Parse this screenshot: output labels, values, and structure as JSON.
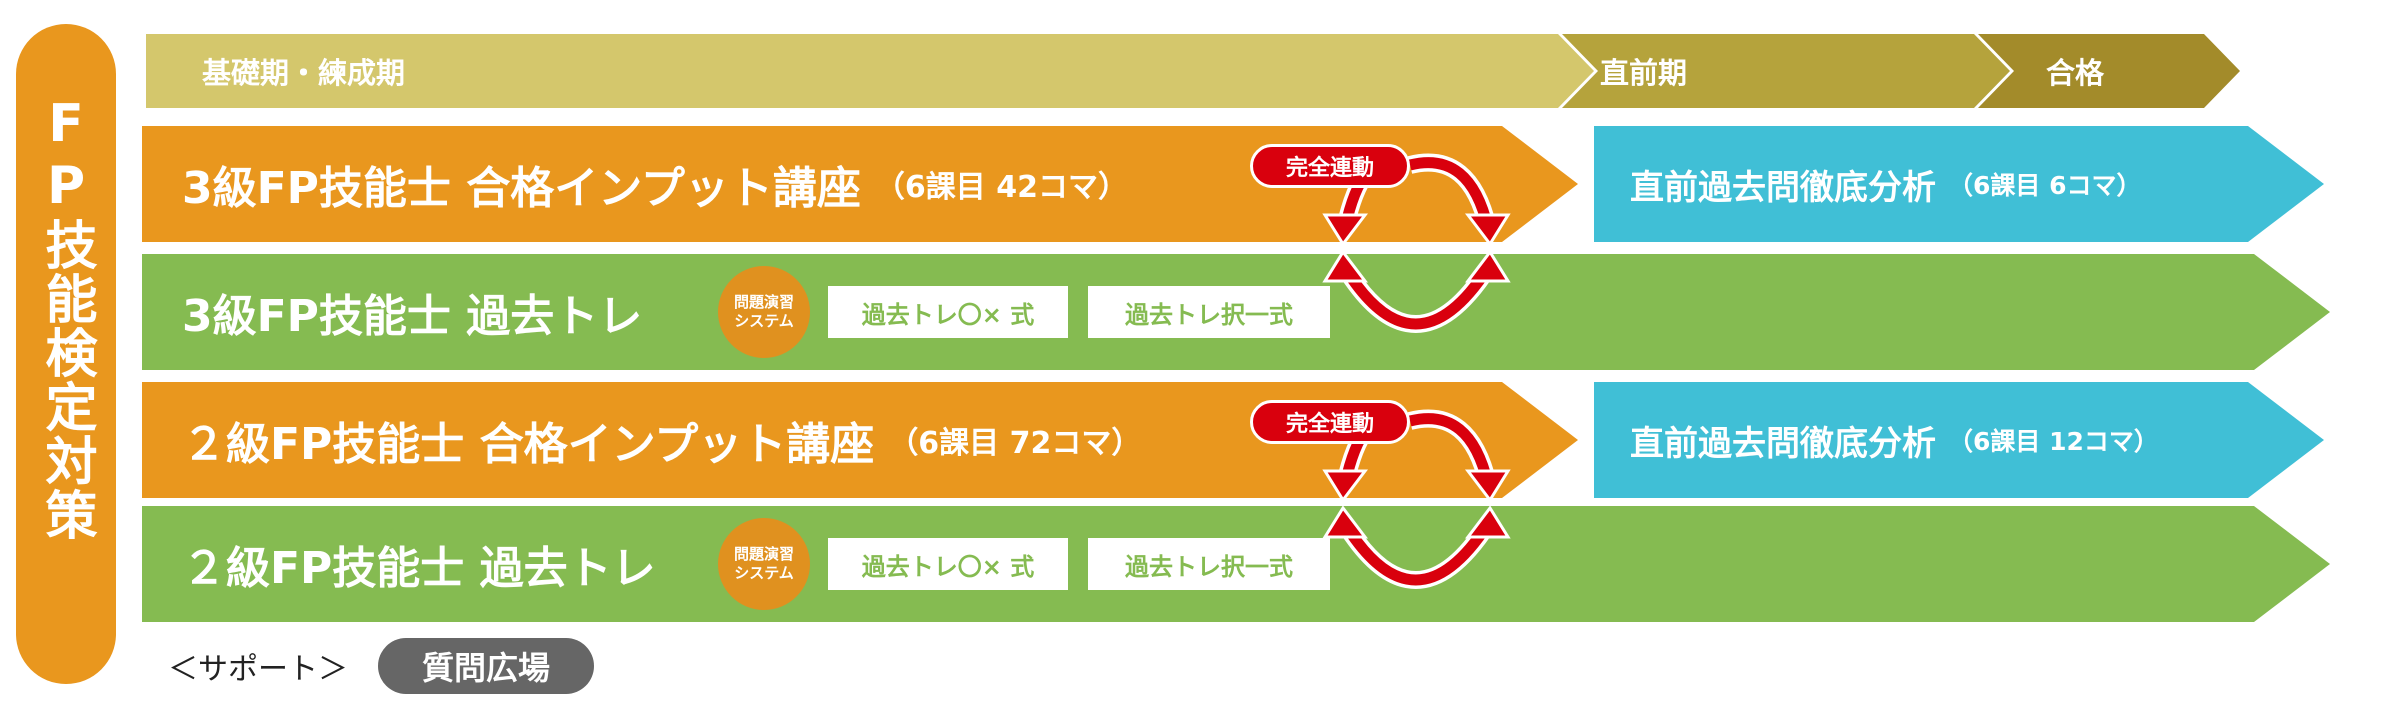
{
  "side_label": "FP技能検定対策",
  "phases": [
    "基礎期・練成期",
    "直前期",
    "合格"
  ],
  "rows": [
    {
      "title": "3級FP技能士 合格インプット講座",
      "sub": "（6課目 42コマ）",
      "badge": "完全連動"
    },
    {
      "title": "3級FP技能士 過去トレ",
      "circle": "問題演習システム",
      "circle_line1": "問題演習",
      "circle_line2": "システム",
      "box1": "過去トレ〇× 式",
      "box2": "過去トレ択一式"
    },
    {
      "title": "２級FP技能士 合格インプット講座",
      "sub": "（6課目 72コマ）",
      "badge": "完全連動"
    },
    {
      "title": "２級FP技能士 過去トレ",
      "circle_line1": "問題演習",
      "circle_line2": "システム",
      "box1": "過去トレ〇× 式",
      "box2": "過去トレ択一式"
    }
  ],
  "final": [
    {
      "title": "直前過去問徹底分析",
      "sub": "（6課目 6コマ）"
    },
    {
      "title": "直前過去問徹底分析",
      "sub": "（6課目 12コマ）"
    }
  ],
  "support": {
    "label": "＜サポート＞",
    "button": "質問広場"
  },
  "colors": {
    "orange": "#e9971e",
    "green": "#85bb51",
    "blue": "#40bfd6",
    "red": "#d9000d"
  }
}
